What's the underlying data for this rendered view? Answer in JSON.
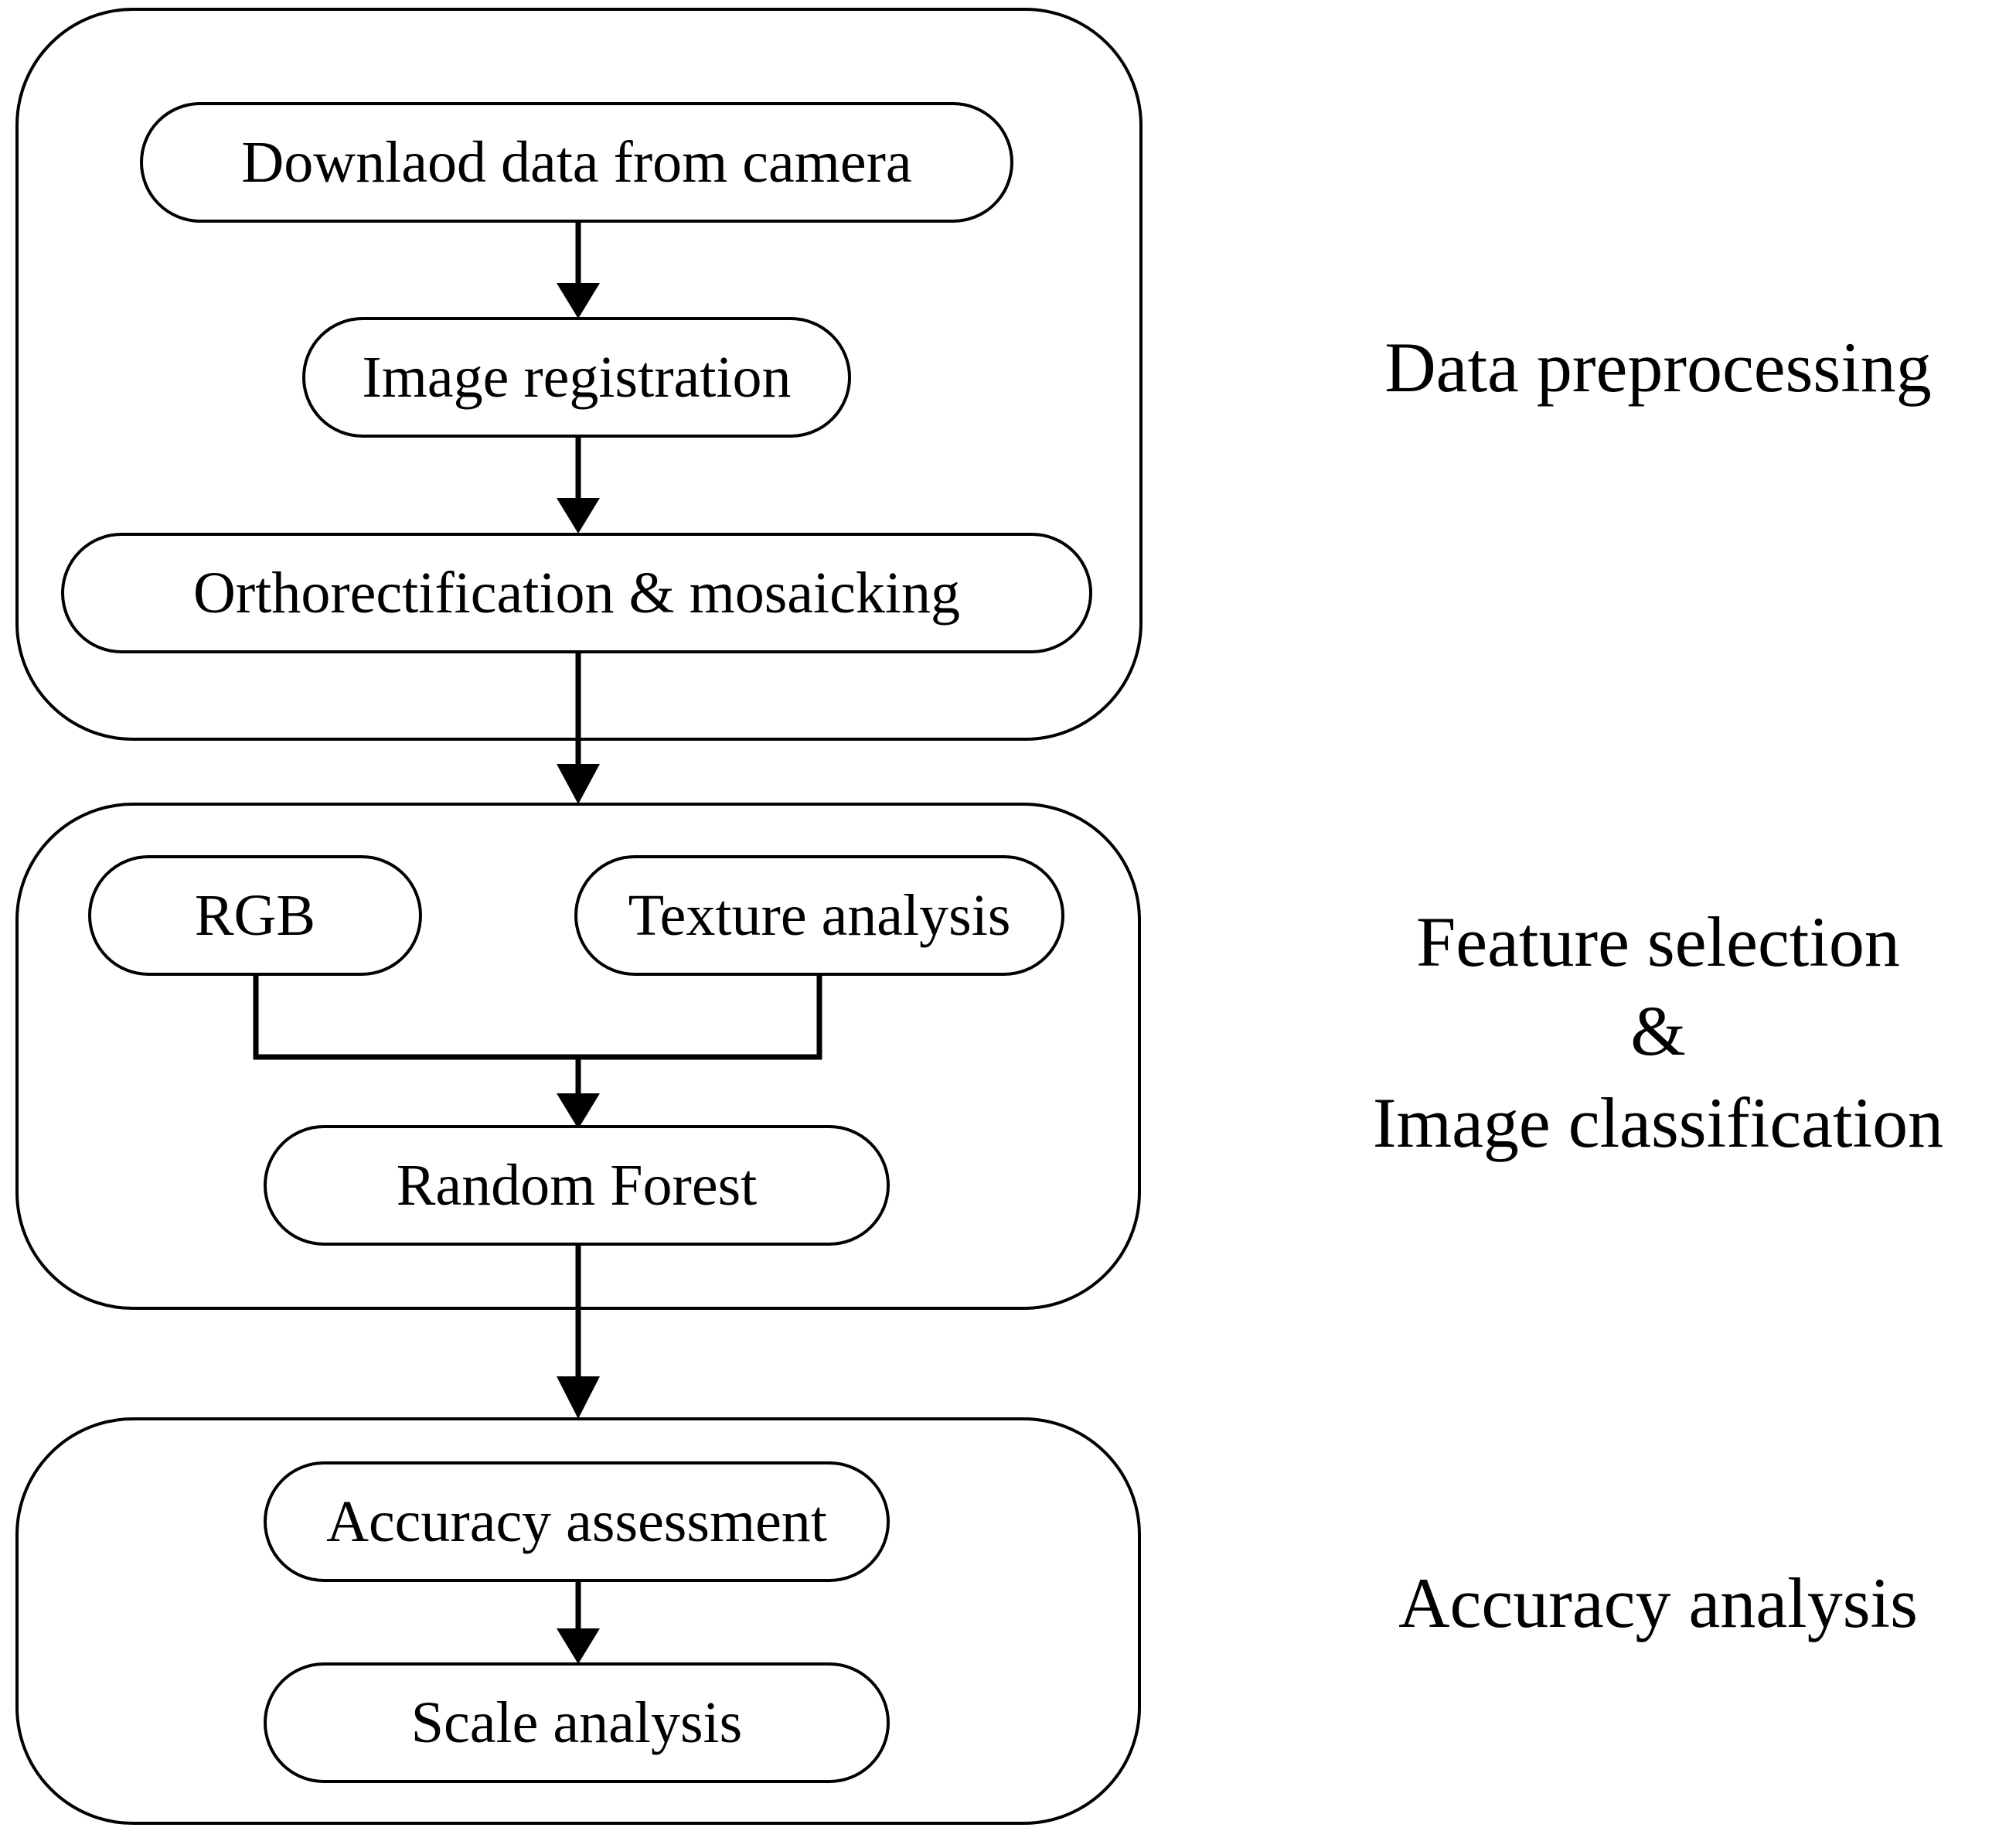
{
  "stages": {
    "preprocessing": {
      "label": "Data preprocessing",
      "steps": {
        "download": "Downlaod data from camera",
        "registration": "Image registration",
        "ortho": "Orthorectification & mosaicking"
      }
    },
    "classification": {
      "label_lines": [
        "Feature selection",
        "&",
        "Image classification"
      ],
      "steps": {
        "rgb": "RGB",
        "texture": "Texture analysis",
        "random_forest": "Random Forest"
      }
    },
    "accuracy": {
      "label": "Accuracy analysis",
      "steps": {
        "assessment": "Accuracy assessment",
        "scale": "Scale analysis"
      }
    }
  }
}
